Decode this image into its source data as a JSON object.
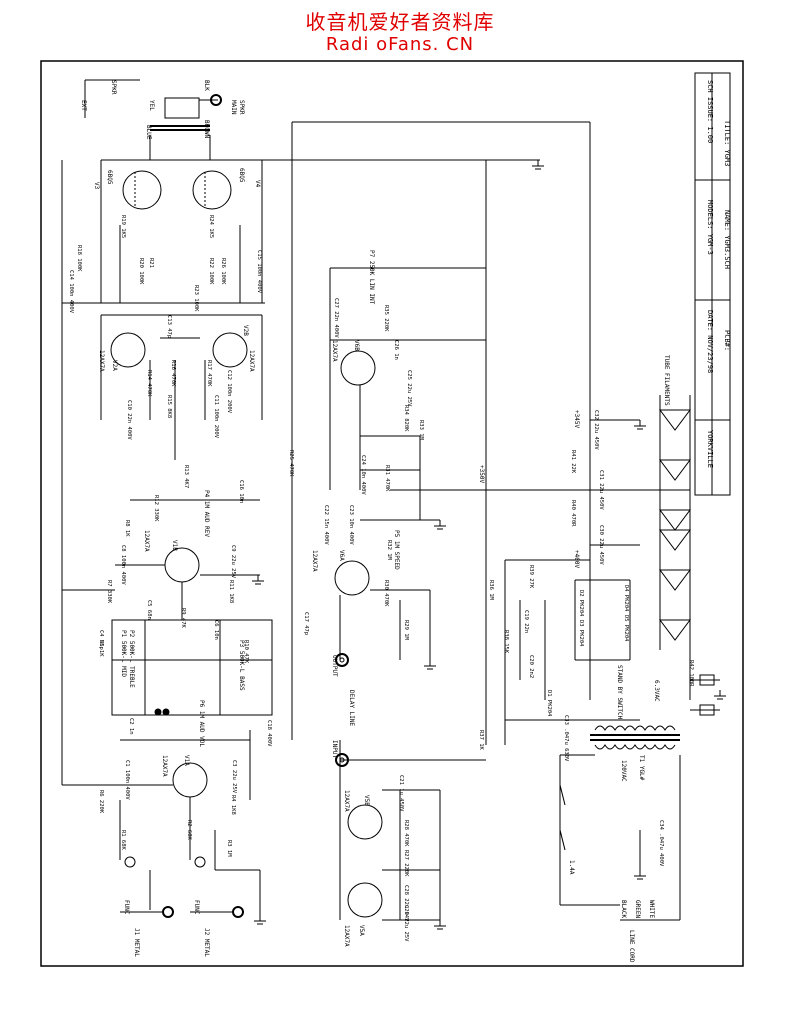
{
  "header": {
    "title_cn": "收音机爱好者资料库",
    "title_en": "Radi oFans. CN"
  },
  "title_block": {
    "sch_issue": "SCH ISSUE: 1.00",
    "title": "TITLE: YGM3",
    "models": "MODELS: YGM-3",
    "pcb": "PCB#:",
    "date": "DATE: NOV/23/98",
    "name": "NAME: YGM3.SCH",
    "brand": "YORKVILLE"
  },
  "tubes": {
    "v3": "V3",
    "v3_type": "6BQ5",
    "v4": "V4",
    "v4_type": "6BQ5",
    "v2a": "V2A",
    "v2b": "V2B",
    "v2_type": "12AX7A",
    "v6b": "V6B",
    "v6a": "V6A",
    "v6_type": "12AX7A",
    "v1b": "V1B",
    "v1a": "V1A",
    "v1_type": "12AX7A",
    "v5b": "V5B",
    "v5a": "V5A",
    "v5_type": "12AX7A"
  },
  "speaker": {
    "ext": "EXT",
    "spkr": "SPKR",
    "main": "MAIN",
    "main_spkr": "SPKR",
    "blk": "BLK",
    "yel": "YEL",
    "blue": "BLUE",
    "brown": "BROWN"
  },
  "resistors": [
    "R18 100K",
    "R19 1K5",
    "R24 1K5",
    "R20 100K",
    "R21",
    "R22 100K",
    "R26 100K",
    "R23 100K",
    "R14 470K",
    "R16 470K",
    "R17 470K",
    "R15 8K8",
    "R13 4K7",
    "R12 330K",
    "R11 1K8",
    "R25 470K",
    "R35 220K",
    "R34 820K",
    "R33 1M",
    "R31 470K",
    "R30 470K",
    "R32 1M",
    "R29 1M",
    "R9 47K",
    "R10 47K",
    "R7 330K",
    "R8 1K",
    "R6 220K",
    "R5 1K",
    "R4 1K8",
    "R3 1M",
    "R2 68K",
    "R1 68K",
    "R28 470K",
    "R27 220K",
    "R36 1M",
    "R37 1K",
    "R38 15K",
    "R39 27K",
    "R40 470R",
    "R41 22K",
    "R42 100R"
  ],
  "capacitors": [
    "C14 100n 400V",
    "C15 100n 400V",
    "C13 47p",
    "C10 22n 400V",
    "C11 100n 200V",
    "C12 100n 200V",
    "C16 10n",
    "C17 47p",
    "C27 22n 400V",
    "C26 1n",
    "C25 22u 25V",
    "C24 10n 400V",
    "C22 15n 400V",
    "C23 10n 400V",
    "C32 22u 450V",
    "C31 22u 450V",
    "C30 22u 450V",
    "C9 22u 25V",
    "C8 100n 400V",
    "C5 68n",
    "C6 10n",
    "C4 56p",
    "C1 100n 400V",
    "C2 1n",
    "C3 22u 25V",
    "C18 400V",
    "C19 22n",
    "C20 2n2",
    "C21 1u 450V",
    "C28 22u 64V",
    "C29 22u 25V",
    "C33 .047u 630V",
    "C34 .047u 400V"
  ],
  "pots": {
    "p1": "P1 500K-L MID",
    "p2": "P2 500K-L TREBLE",
    "p3": "P3 500K-L BASS",
    "p4": "P4 1M AUD REV",
    "p5": "P5 1M SPEED",
    "p6": "P6 1M AUD VOL",
    "p7": "P7 250K LIN INT"
  },
  "diodes": [
    "D1 PK204",
    "D2 PK204",
    "D3 PK204",
    "D4 PK204",
    "D5 PK204"
  ],
  "supply": {
    "b_plus_1": "+345V",
    "b_plus_2": "+400V",
    "b_minus": "+350V",
    "filaments": "TUBE FILAMENTS",
    "fil_volts": "6.3VAC",
    "transformer": "T1 YGL#",
    "mains": "120VAC",
    "fuse": "1.4A",
    "stand_by": "STAND BY SWITCH",
    "line_cord": "LINE CORD",
    "black": "BLACK",
    "green": "GREEN",
    "white": "WHITE"
  },
  "jacks": {
    "j1": "J1 METAL",
    "j2": "J2 METAL",
    "func": "FUNC",
    "output": "OUTPUT",
    "delay_line": "DELAY LINE",
    "input": "INPUT"
  }
}
